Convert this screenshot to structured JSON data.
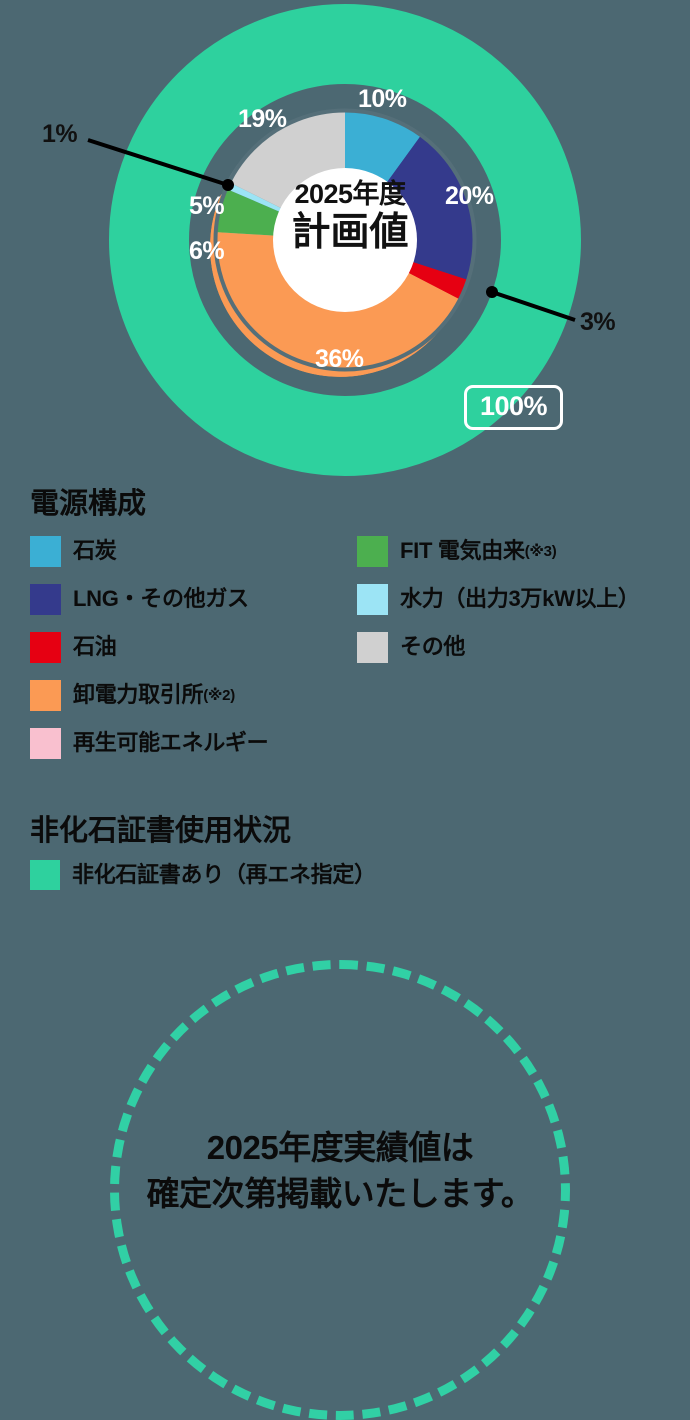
{
  "colors": {
    "background": "#4c6872",
    "outer_ring": "#2ed19e",
    "outer_ring_stroke": "#4c6872",
    "inner_stroke": "#556f79",
    "center_fill": "#ffffff",
    "coal": "#3bafd4",
    "lng": "#343a8c",
    "oil": "#e60012",
    "wholesale": "#fb9a54",
    "renewable": "#f9c0cf",
    "fit": "#4caf4f",
    "hydro": "#9ce4f5",
    "other": "#d0d0d0",
    "dashed_circle": "#31d0a5",
    "label_white": "#ffffff",
    "label_black": "#0b0b0b"
  },
  "chart": {
    "center_year": "2025年度",
    "center_value": "計画値",
    "outer_badge": "100%",
    "callouts": [
      {
        "name": "hydro-callout",
        "label": "1%"
      },
      {
        "name": "oil-callout",
        "label": "3%"
      }
    ],
    "slice_labels": [
      {
        "name": "coal-pct",
        "label": "10%"
      },
      {
        "name": "lng-pct",
        "label": "20%"
      },
      {
        "name": "wholesale-pct",
        "label": "36%"
      },
      {
        "name": "renewable-pct",
        "label": "6%"
      },
      {
        "name": "fit-pct",
        "label": "5%"
      },
      {
        "name": "other-pct",
        "label": "19%"
      }
    ]
  },
  "chart_data": {
    "type": "pie",
    "title": "2025年度 計画値",
    "subtitle": "電源構成",
    "categories": [
      "石炭",
      "LNG・その他ガス",
      "石油",
      "卸電力取引所(※2)",
      "再生可能エネルギー",
      "FIT 電気由来(※3)",
      "水力（出力3万kW以上）",
      "その他"
    ],
    "values": [
      10,
      20,
      3,
      36,
      6,
      5,
      1,
      19
    ],
    "value_labels": [
      "10%",
      "20%",
      "3%",
      "36%",
      "6%",
      "5%",
      "1%",
      "19%"
    ],
    "colors": [
      "#3bafd4",
      "#343a8c",
      "#e60012",
      "#fb9a54",
      "#f9c0cf",
      "#4caf4f",
      "#9ce4f5",
      "#d0d0d0"
    ],
    "outer_ring": {
      "name": "非化石証書あり（再エネ指定）",
      "value": 100,
      "value_label": "100%",
      "color": "#2ed19e"
    },
    "legend_position": "below",
    "grid": false,
    "donut_hole": true
  },
  "legend": {
    "section1_title": "電源構成",
    "left_items": [
      {
        "name": "legend-coal",
        "color": "#3bafd4",
        "label": "石炭",
        "sup": ""
      },
      {
        "name": "legend-lng",
        "color": "#343a8c",
        "label": "LNG・その他ガス",
        "sup": ""
      },
      {
        "name": "legend-oil",
        "color": "#e60012",
        "label": "石油",
        "sup": ""
      },
      {
        "name": "legend-wholesale",
        "color": "#fb9a54",
        "label": "卸電力取引所",
        "sup": "(※2)"
      },
      {
        "name": "legend-renewable",
        "color": "#f9c0cf",
        "label": "再生可能エネルギー",
        "sup": ""
      }
    ],
    "right_items": [
      {
        "name": "legend-fit",
        "color": "#4caf4f",
        "label": "FIT 電気由来",
        "sup": "(※3)"
      },
      {
        "name": "legend-hydro",
        "color": "#9ce4f5",
        "label": "水力（出力3万kW以上）",
        "sup": ""
      },
      {
        "name": "legend-other",
        "color": "#d0d0d0",
        "label": "その他",
        "sup": ""
      }
    ],
    "section2_title": "非化石証書使用状況",
    "nonfossil": {
      "name": "legend-nonfossil",
      "color": "#2ed19e",
      "label": "非化石証書あり（再エネ指定）"
    }
  },
  "note": {
    "line1": "2025年度実績値は",
    "line2": "確定次第掲載いたします。"
  }
}
